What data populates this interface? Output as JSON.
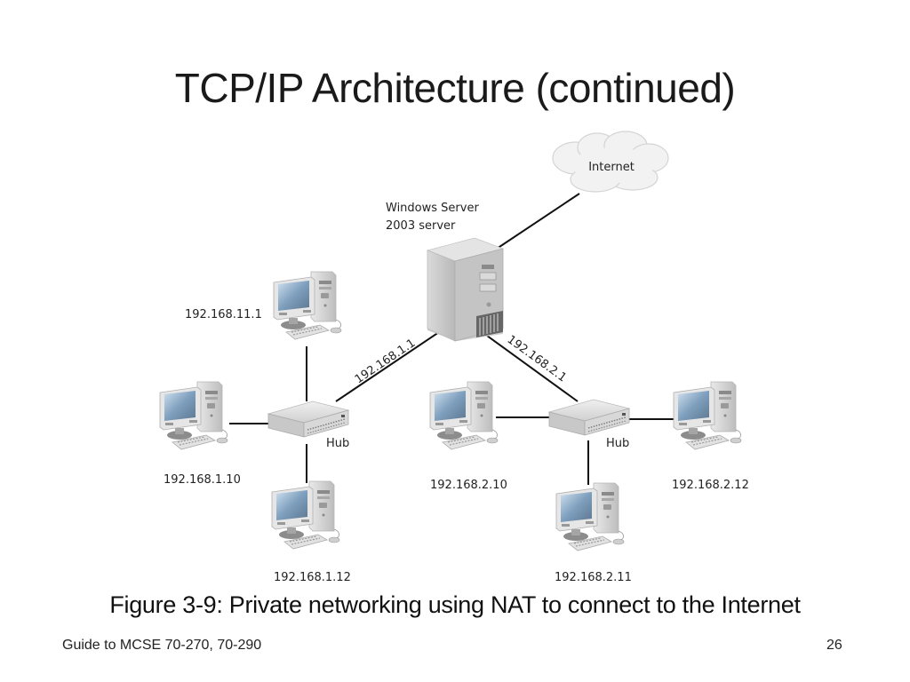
{
  "slide": {
    "title": "TCP/IP Architecture (continued)",
    "caption": "Figure 3-9: Private networking using NAT to connect to the Internet",
    "footer_left": "Guide to MCSE 70-270, 70-290",
    "page_number": "26"
  },
  "diagram": {
    "internet": {
      "label": "Internet",
      "icon": "cloud-icon"
    },
    "server": {
      "label_line1": "Windows Server",
      "label_line2": "2003 server",
      "icon": "server-tower-icon"
    },
    "links": {
      "server_to_hub1": "192.168.1.1",
      "server_to_hub2": "192.168.2.1"
    },
    "hubs": [
      {
        "label": "Hub",
        "icon": "hub-icon"
      },
      {
        "label": "Hub",
        "icon": "hub-icon"
      }
    ],
    "computers": [
      {
        "ip": "192.168.11.1",
        "icon": "desktop-computer-icon"
      },
      {
        "ip": "192.168.1.10",
        "icon": "desktop-computer-icon"
      },
      {
        "ip": "192.168.1.12",
        "icon": "desktop-computer-icon"
      },
      {
        "ip": "192.168.2.10",
        "icon": "desktop-computer-icon"
      },
      {
        "ip": "192.168.2.11",
        "icon": "desktop-computer-icon"
      },
      {
        "ip": "192.168.2.12",
        "icon": "desktop-computer-icon"
      }
    ]
  }
}
